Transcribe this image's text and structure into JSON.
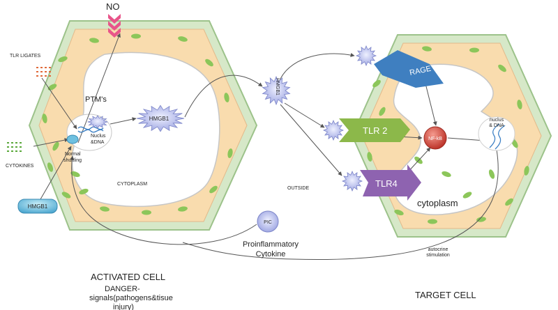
{
  "colors": {
    "cell_fill": "#f9dcae",
    "cell_wall": "#d6e8c8",
    "organelle": "#8cc65a",
    "receptor_blue": "#3f7fc0",
    "receptor_green": "#8cb84a",
    "receptor_purple": "#8e63b0",
    "nfkb_red": "#d9463a",
    "hmgb1_lavender": "#b8bde8",
    "hmgb1_pill": "#6ec0e0",
    "no_pink": "#e8558a",
    "tlr_ligate_orange": "#e06a3a",
    "cytokine_green": "#5aa83a"
  },
  "labels": {
    "no": "NO",
    "tlr_ligates": "TLR LIGATES",
    "cytokines": "CYTOKINES",
    "hmgb1_pill": "HMGB1",
    "ptms": "PTM's",
    "nucleus_activated": [
      "Nuclus",
      "&DNA"
    ],
    "normal_shuttling": [
      "Normal",
      "shuttling"
    ],
    "hmgb1_star": "HMGB1",
    "hmgb1_vertical": "HMGB1",
    "cytoplasm_left": "CYTOPLASM",
    "outside": "OUTSIDE",
    "pic": "PIC",
    "proinflammatory_cytokine": [
      "Proinflammatory",
      "Cytokine"
    ],
    "rage": "RAGE",
    "tlr2": "TLR 2",
    "tlr4": "TLR4",
    "nfkb": "NF-kB",
    "cytoplasm_right": "cytoplasm",
    "nucleus_target": [
      "nuclus",
      "& DNA"
    ],
    "autocrine": [
      "autocrine",
      "stimulation"
    ],
    "activated_cell": "ACTIVATED CELL",
    "danger_signals": [
      "DANGER-",
      "signals(pathogens&tisue",
      "injury)"
    ],
    "target_cell": "TARGET CELL"
  }
}
